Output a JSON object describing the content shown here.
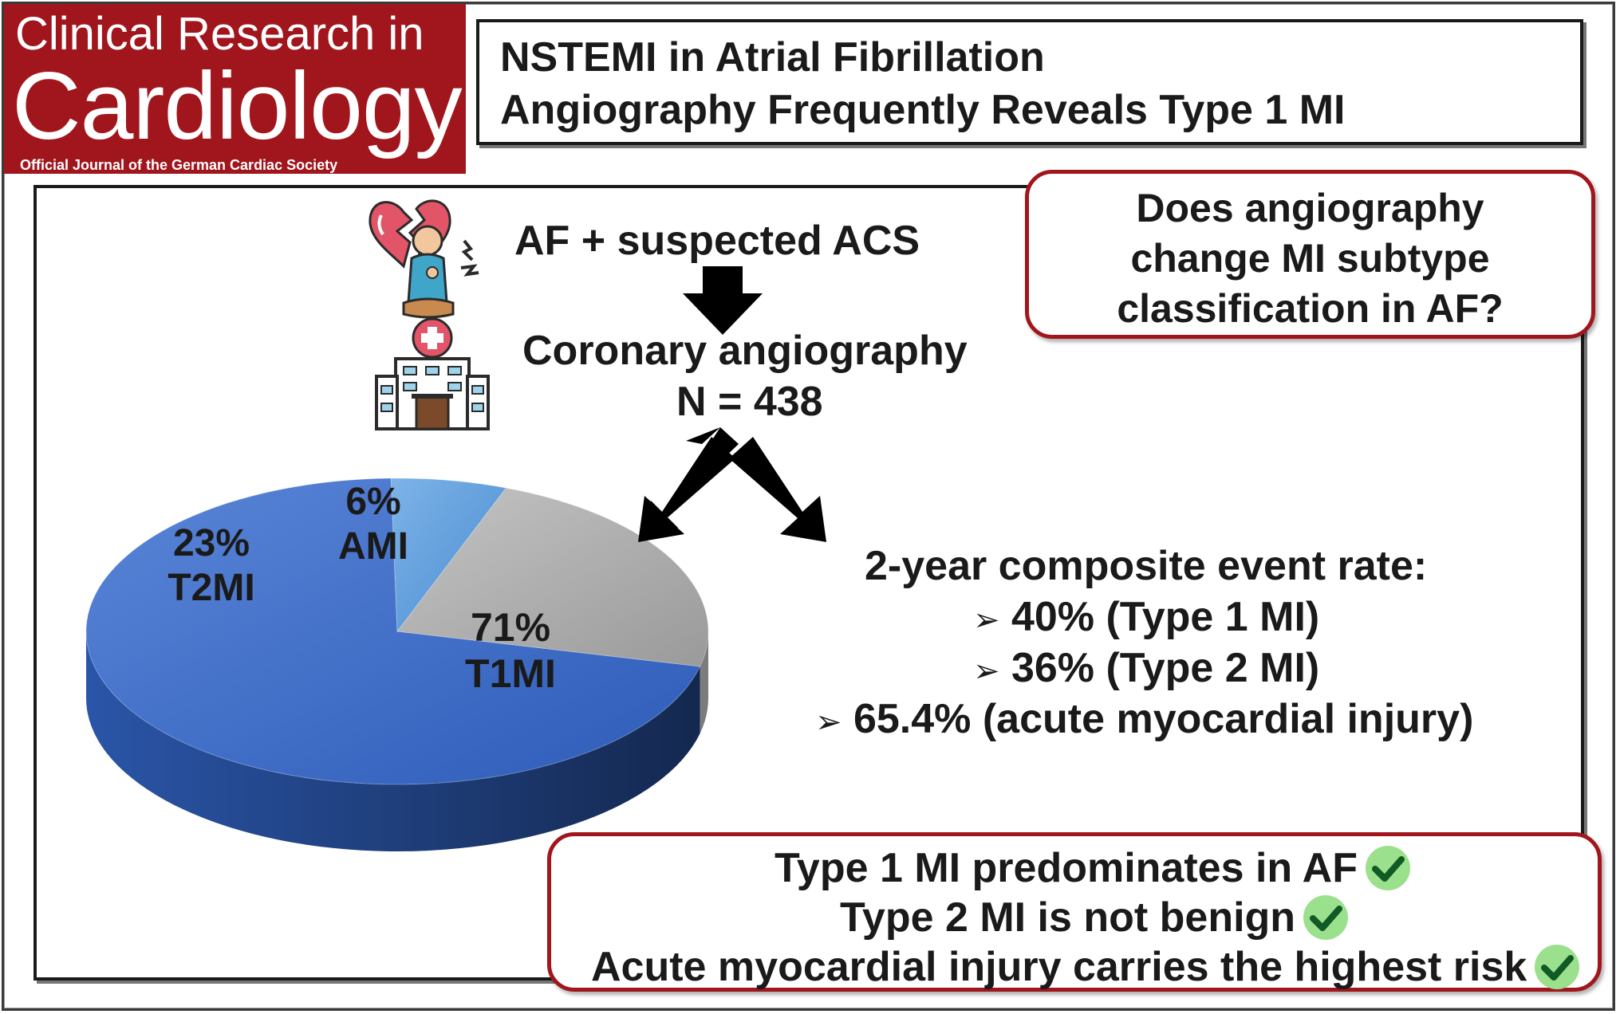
{
  "logo": {
    "line1": "Clinical Research in",
    "line2": "Cardiology",
    "line3": "Official Journal of the German Cardiac Society"
  },
  "title": {
    "line1": "NSTEMI in Atrial Fibrillation",
    "line2": "Angiography Frequently Reveals Type 1 MI"
  },
  "question": {
    "line1": "Does angiography",
    "line2": "change MI subtype",
    "line3": "classification in AF?"
  },
  "flow": {
    "start": "AF + suspected ACS",
    "procedure": "Coronary angiography",
    "n": "N = 438"
  },
  "events": {
    "heading": "2-year composite event rate:",
    "items": [
      "40% (Type 1 MI)",
      "36% (Type 2 MI)",
      "65.4% (acute myocardial injury)"
    ],
    "bullet": "➢"
  },
  "conclusion": {
    "items": [
      "Type 1 MI predominates in AF",
      "Type 2 MI is not benign",
      "Acute myocardial injury carries the highest risk"
    ]
  },
  "icons": [
    "broken-heart-icon",
    "patient-chest-pain-icon",
    "hospital-icon",
    "down-arrow-icon",
    "split-arrow-icon",
    "check-icon"
  ],
  "colors": {
    "brand_red": "#a1161d",
    "t1mi": "#3a67c4",
    "t2mi": "#a9a9a9",
    "ami": "#5b9bd5",
    "check_green": "#22a846"
  },
  "chart_data": {
    "type": "pie",
    "style": "3d",
    "categories": [
      "T1MI",
      "T2MI",
      "AMI"
    ],
    "values": [
      71,
      23,
      6
    ],
    "labels": [
      "71%",
      "23%",
      "6%"
    ],
    "legend": "none"
  }
}
